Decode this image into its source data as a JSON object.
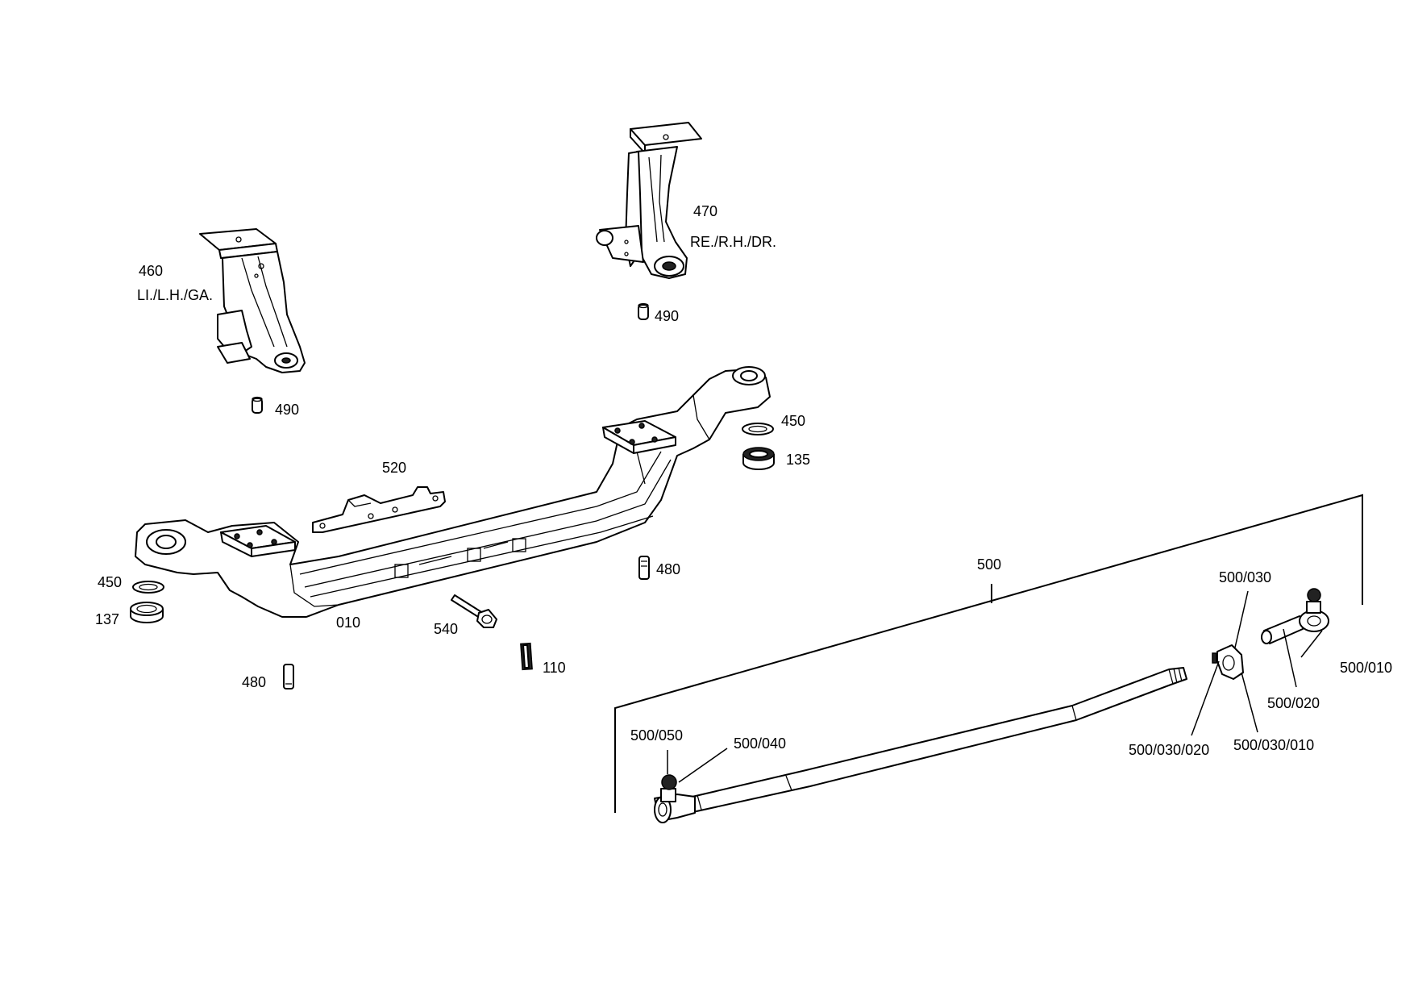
{
  "callouts": {
    "c460": "460",
    "c460_side": "LI./L.H./GA.",
    "c470": "470",
    "c470_side": "RE./R.H./DR.",
    "c490_left": "490",
    "c490_right": "490",
    "c450_right": "450",
    "c135": "135",
    "c520": "520",
    "c450_left": "450",
    "c137": "137",
    "c010": "010",
    "c480_mid": "480",
    "c540": "540",
    "c110": "110",
    "c480_bottom": "480",
    "c500": "500",
    "c500_030": "500/030",
    "c500_010": "500/010",
    "c500_020": "500/020",
    "c500_030_020": "500/030/020",
    "c500_030_010": "500/030/010",
    "c500_050": "500/050",
    "c500_040": "500/040"
  }
}
